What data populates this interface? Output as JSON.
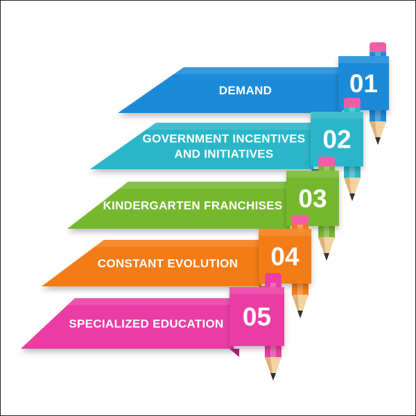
{
  "steps": [
    {
      "number": "01",
      "lines": [
        "DEMAND"
      ],
      "color": "#1f8ad8",
      "dark": "#13649f",
      "eraser": "#f25ca6"
    },
    {
      "number": "02",
      "lines": [
        "GOVERNMENT INCENTIVES",
        "AND INITIATIVES"
      ],
      "color": "#2bb6c8",
      "dark": "#1a8391",
      "eraser": "#f25ca6"
    },
    {
      "number": "03",
      "lines": [
        "KINDERGARTEN FRANCHISES"
      ],
      "color": "#74b82e",
      "dark": "#4f8a19",
      "eraser": "#f25ca6"
    },
    {
      "number": "04",
      "lines": [
        "CONSTANT EVOLUTION"
      ],
      "color": "#f47b16",
      "dark": "#b8550a",
      "eraser": "#f25ca6"
    },
    {
      "number": "05",
      "lines": [
        "SPECIALIZED EDUCATION"
      ],
      "color": "#ea3ea3",
      "dark": "#ad2374",
      "eraser": "#ea3ea3"
    }
  ],
  "icons": {
    "pencil": "pencil-icon"
  }
}
